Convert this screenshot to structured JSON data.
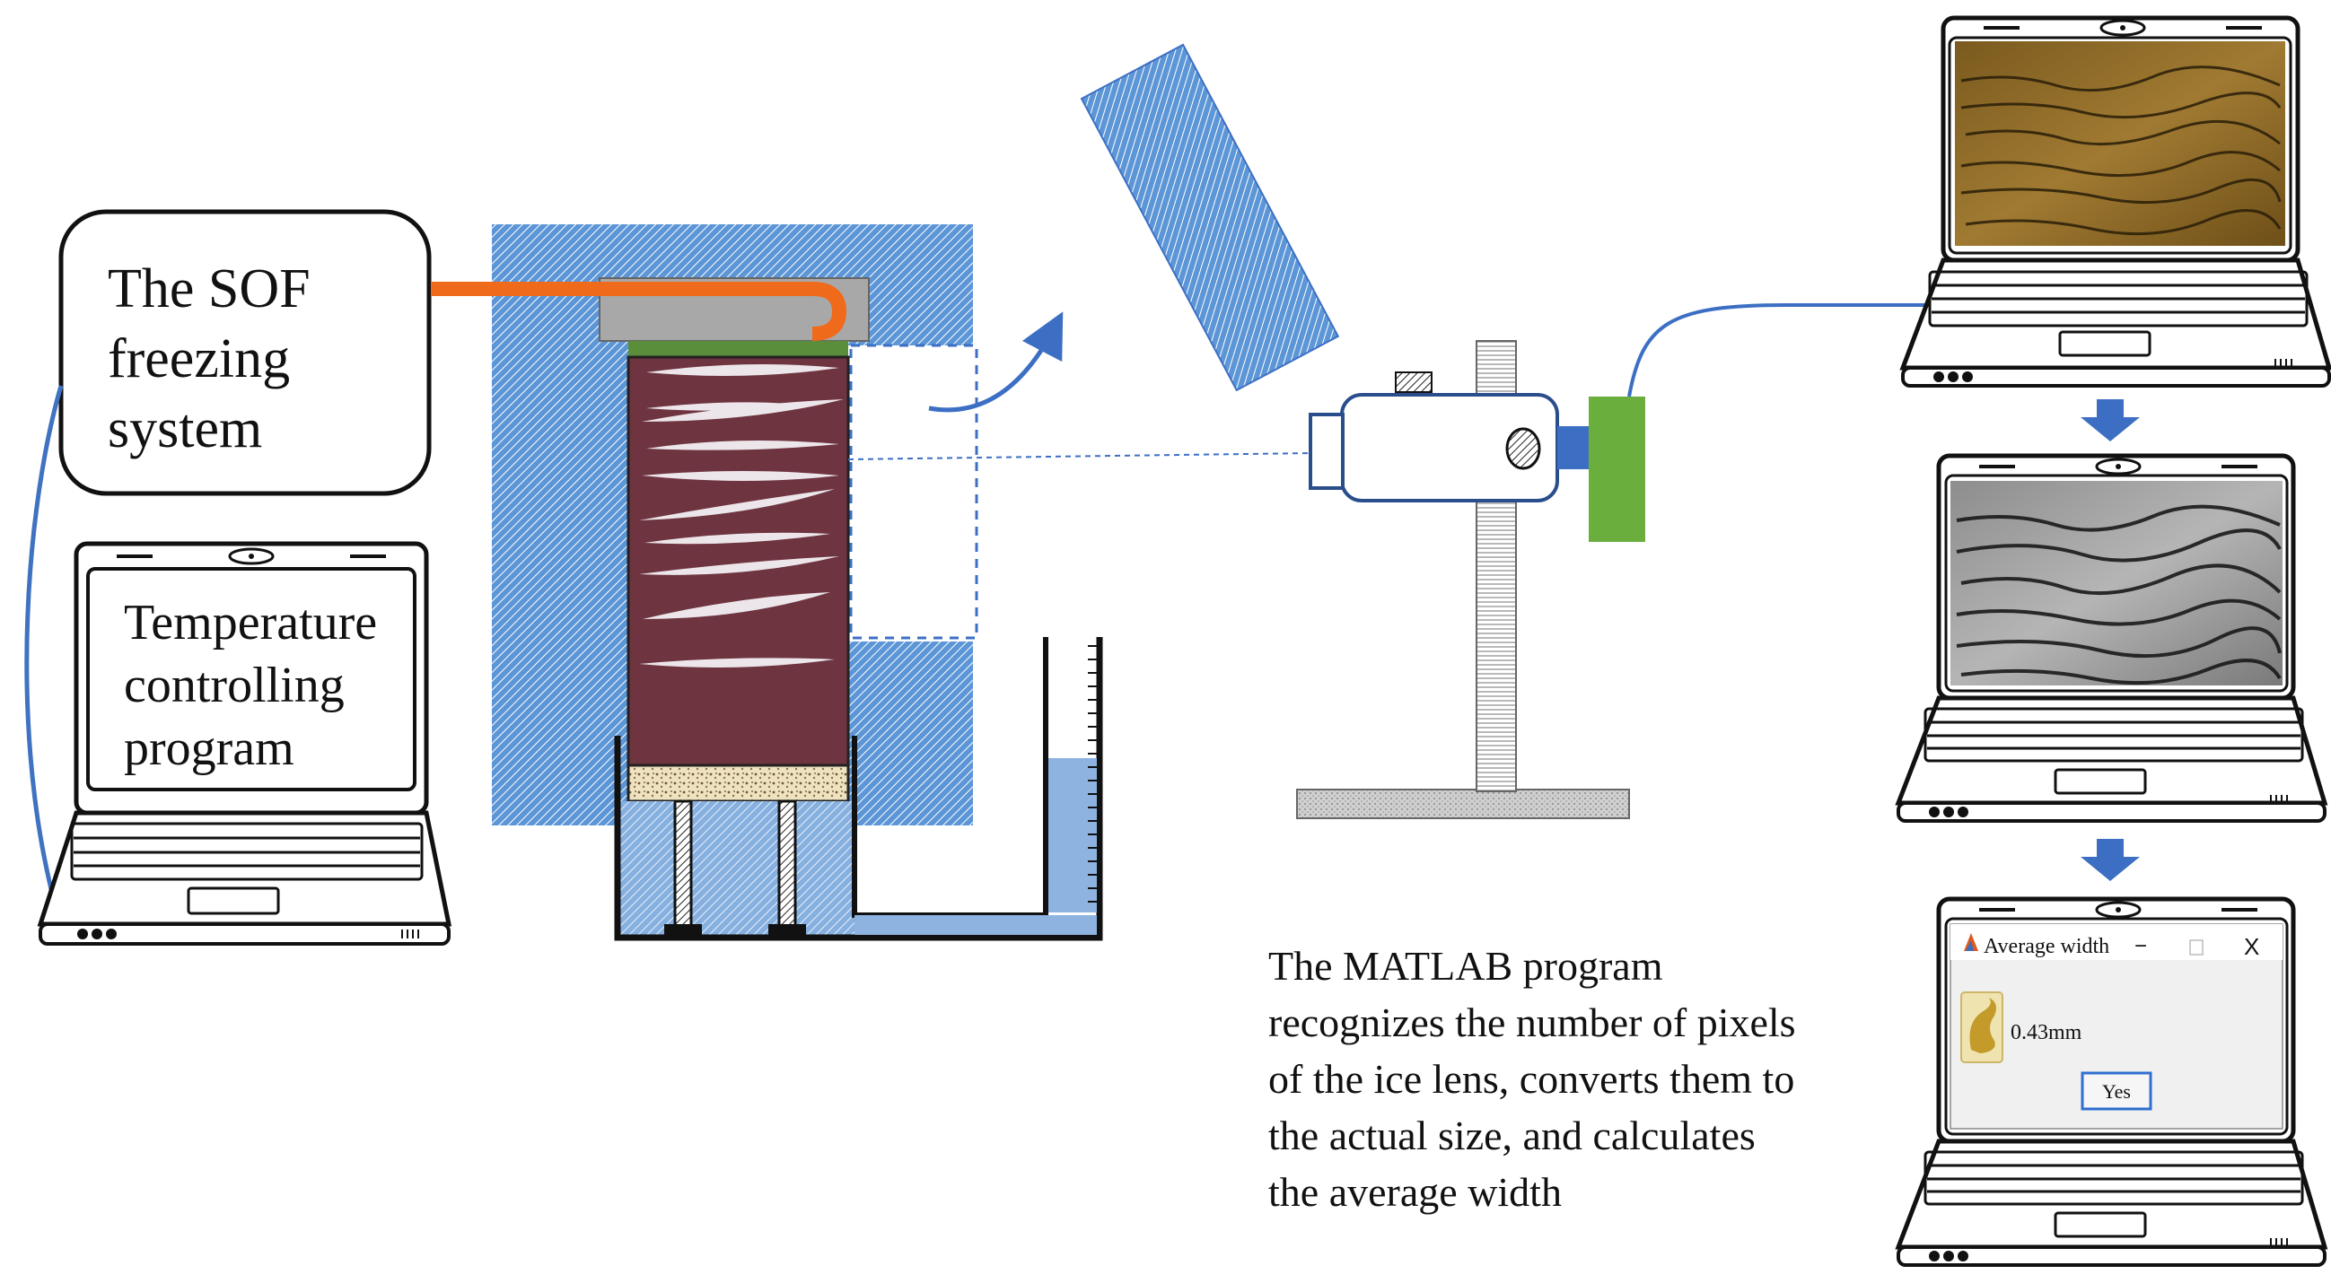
{
  "freezing_system": {
    "line1": "The SOF",
    "line2": "freezing",
    "line3": "system"
  },
  "temperature_program": {
    "line1": "Temperature",
    "line2": "controlling",
    "line3": "program"
  },
  "description": {
    "line1": "The MATLAB program",
    "line2": "recognizes the number of pixels",
    "line3": "of the ice lens, converts them to",
    "line4": "the actual size, and calculates",
    "line5": "the average width"
  },
  "dialog": {
    "title": "Average width",
    "minimize": "−",
    "close": "X",
    "value": "0.43mm",
    "button": "Yes"
  },
  "colors": {
    "insulation_blue": "#4a8bd0",
    "soil_maroon": "#6e3440",
    "cap_green": "#5b8e3a",
    "lamp_green": "#6aae3e",
    "arrow_blue": "#3c6fc4",
    "hot_pipe": "#f06a1c",
    "cold_pipe": "#2f6fd0",
    "soil_image_brown": "#8a6a2a"
  },
  "icons": {
    "flow_arrow": "down-arrow-icon",
    "matlab_logo": "matlab-icon",
    "app_logo": "dragon-logo-icon"
  }
}
